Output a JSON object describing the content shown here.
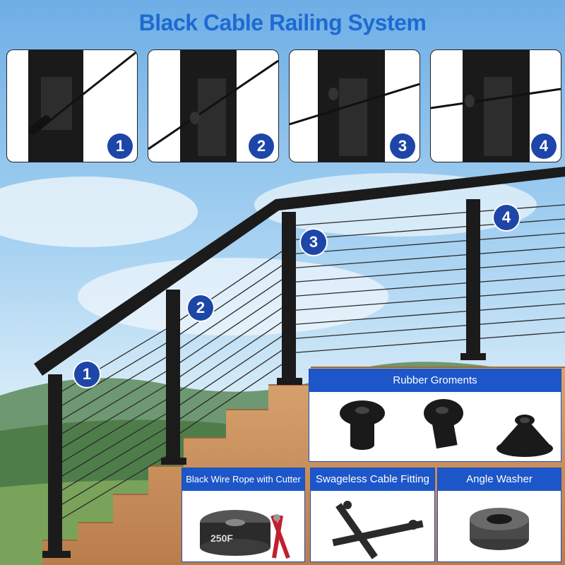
{
  "title": "Black Cable Railing System",
  "details": [
    {
      "number": "1"
    },
    {
      "number": "2"
    },
    {
      "number": "3"
    },
    {
      "number": "4"
    }
  ],
  "posts": [
    {
      "number": "1"
    },
    {
      "number": "2"
    },
    {
      "number": "3"
    },
    {
      "number": "4"
    }
  ],
  "products": {
    "grommets": {
      "label": "Rubber Groments"
    },
    "wire_rope": {
      "label": "Black Wire Rope with Cutter",
      "spool_text": "250F"
    },
    "fitting": {
      "label": "Swageless Cable Fitting"
    },
    "washer": {
      "label": "Angle Washer"
    }
  },
  "colors": {
    "accent": "#1d56c9",
    "badge": "#1e45a8",
    "title": "#1d6bd1"
  }
}
